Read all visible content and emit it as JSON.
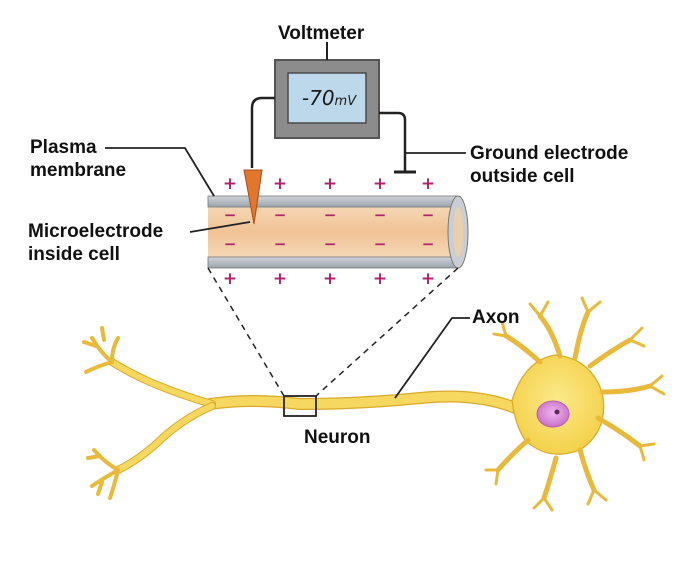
{
  "labels": {
    "voltmeter": "Voltmeter",
    "reading_value": "-70",
    "reading_unit": "mV",
    "plasma_membrane": [
      "Plasma",
      "membrane"
    ],
    "ground_electrode": [
      "Ground electrode",
      "outside cell"
    ],
    "microelectrode": [
      "Microelectrode",
      "inside cell"
    ],
    "axon": "Axon",
    "neuron": "Neuron"
  },
  "charges": {
    "outside_symbol": "+",
    "inside_symbol": "−"
  },
  "colors": {
    "voltmeter_case": "#8c8c8c",
    "voltmeter_screen": "#b9d6e8",
    "membrane": "#b5bcc4",
    "axon_interior": "#f2c9a0",
    "neuron_body": "#f6d860",
    "neuron_outline": "#d9a92a",
    "nucleus": "#d88ad6",
    "charge": "#b0246e",
    "electrode": "#e0772c"
  },
  "icons": [
    "voltmeter-icon",
    "microelectrode-icon",
    "ground-electrode-icon",
    "neuron-icon"
  ]
}
